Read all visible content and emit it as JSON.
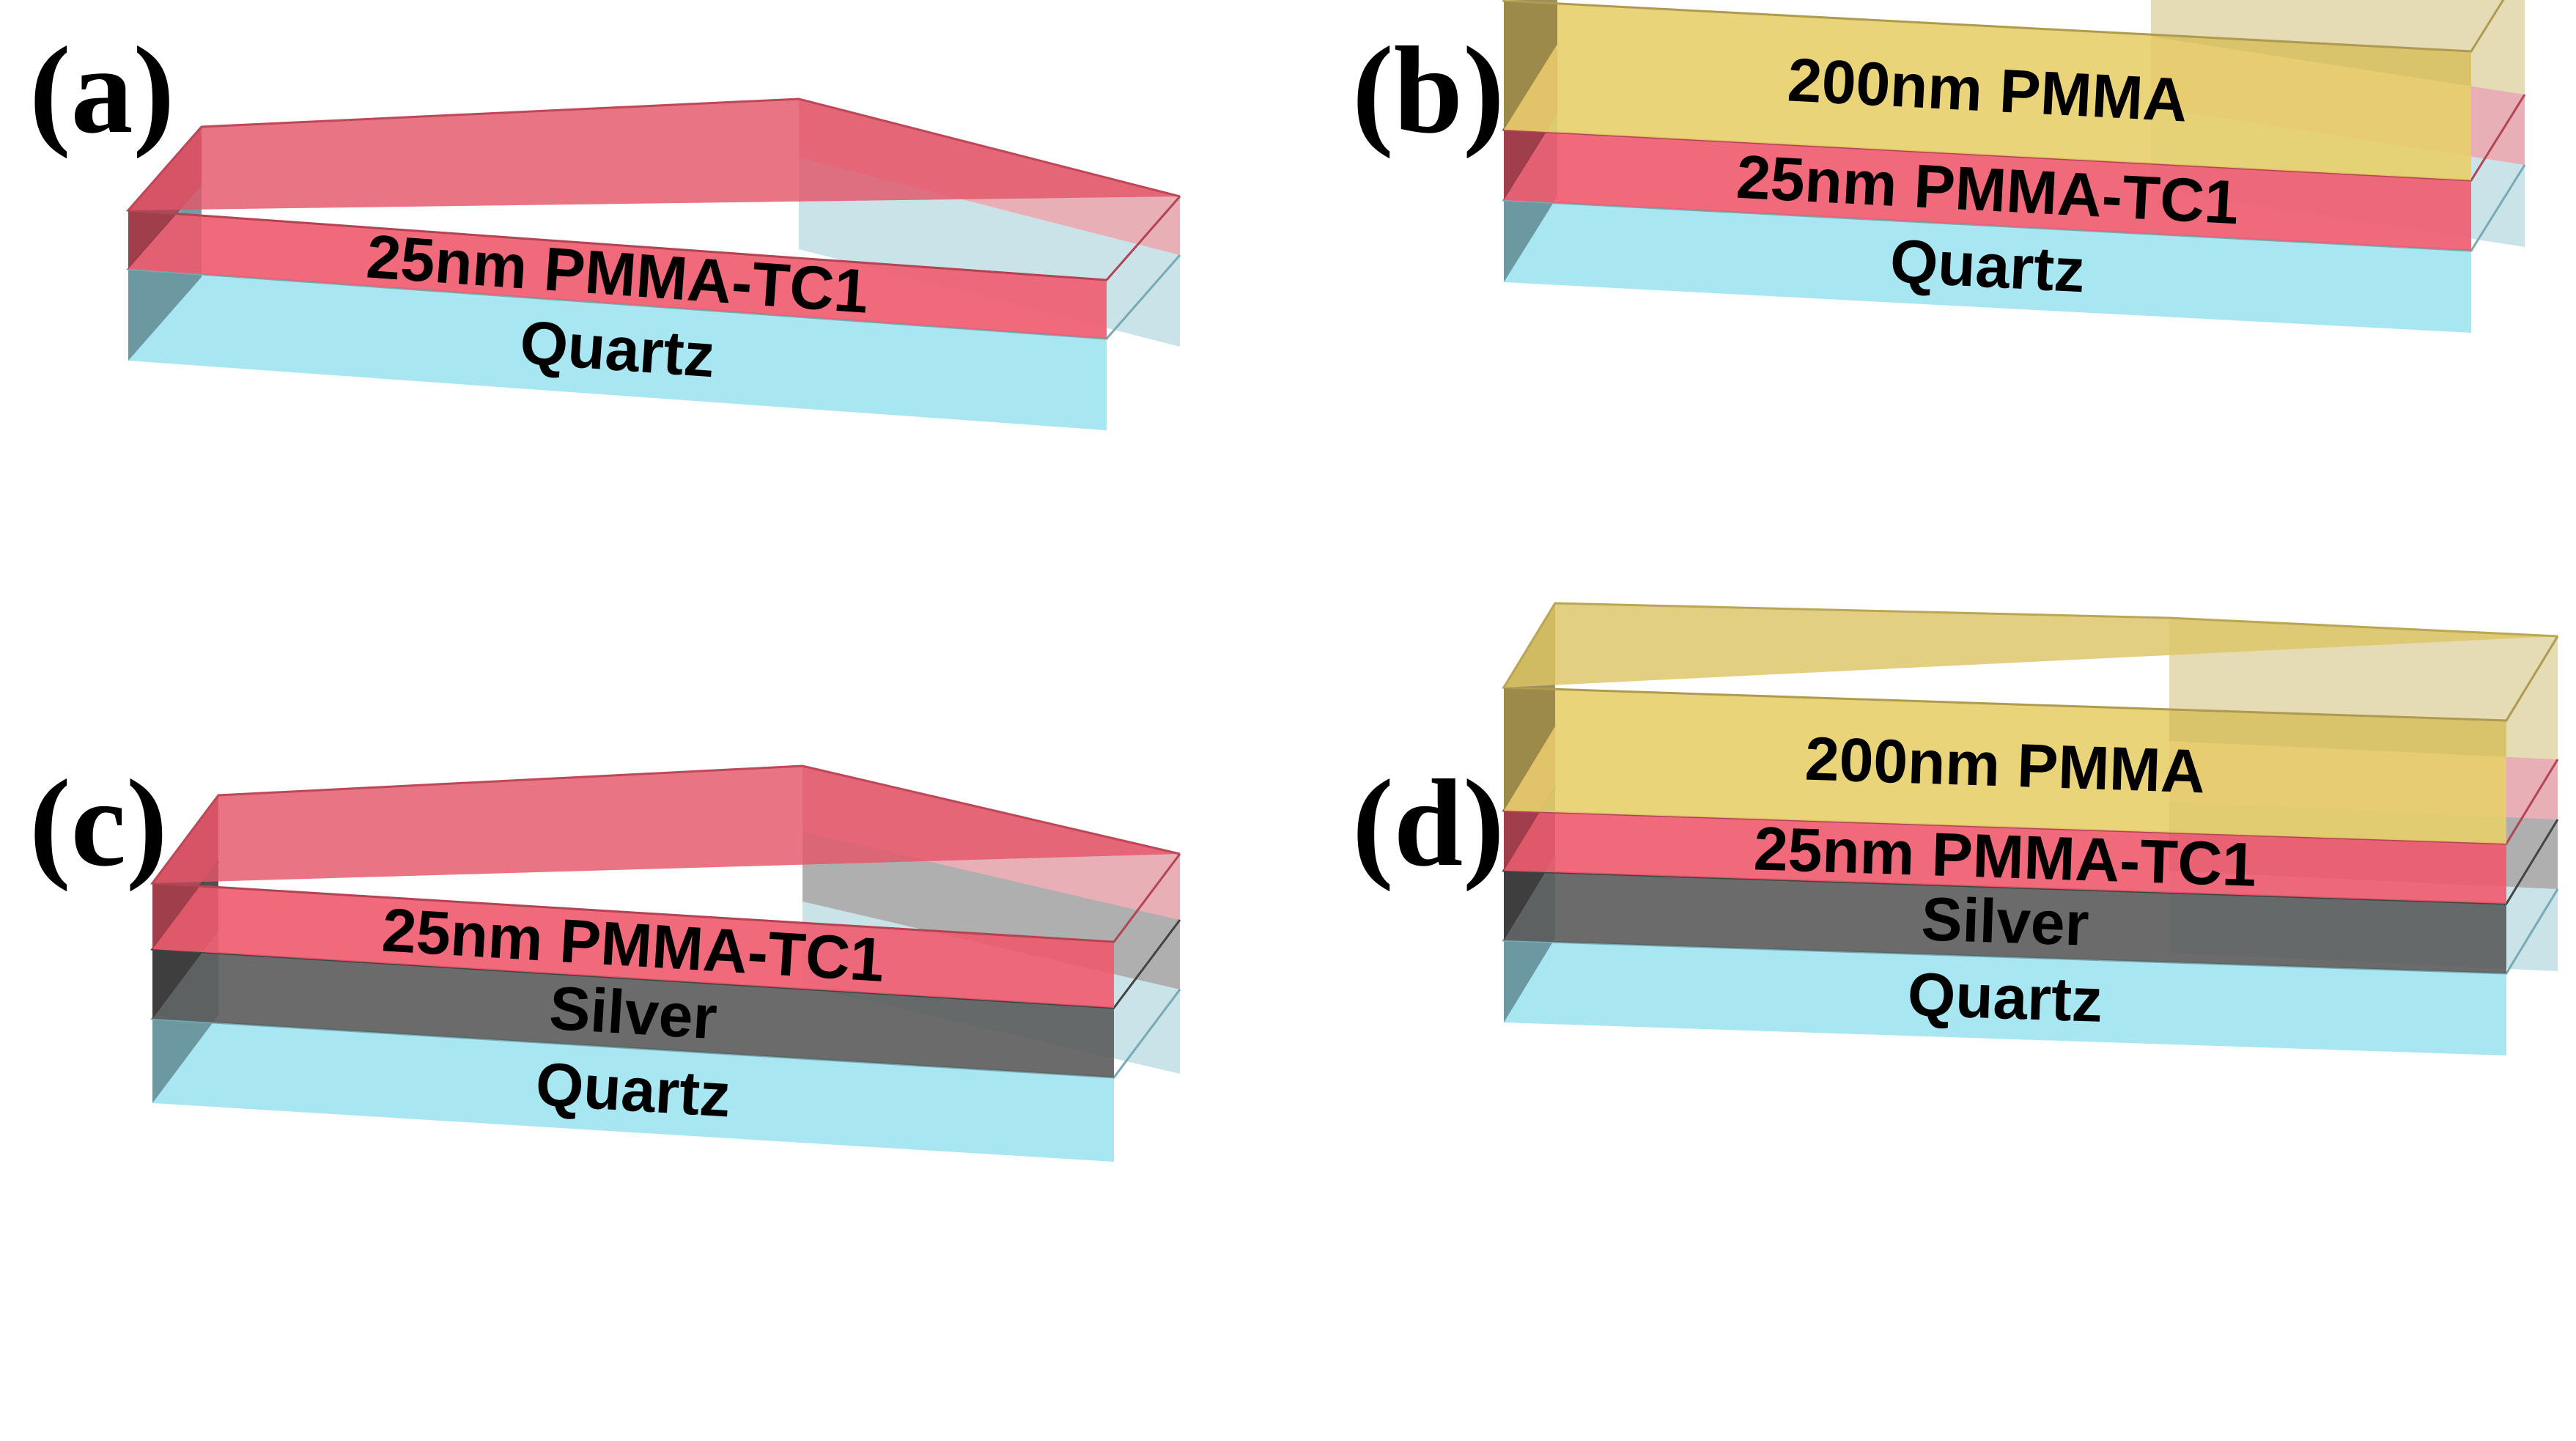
{
  "colors": {
    "quartz": "#9fe3f1",
    "pmma_tc1": "#ef5a6e",
    "silver": "#5b5b5b",
    "pmma": "#e8cf6a"
  },
  "panels": [
    {
      "id": "a",
      "label": "(a)",
      "layers": [
        {
          "name": "Quartz",
          "material": "quartz"
        },
        {
          "name": "25nm PMMA-TC1",
          "material": "pmma_tc1"
        }
      ]
    },
    {
      "id": "b",
      "label": "(b)",
      "layers": [
        {
          "name": "Quartz",
          "material": "quartz"
        },
        {
          "name": "25nm PMMA-TC1",
          "material": "pmma_tc1"
        },
        {
          "name": "200nm PMMA",
          "material": "pmma"
        }
      ]
    },
    {
      "id": "c",
      "label": "(c)",
      "layers": [
        {
          "name": "Quartz",
          "material": "quartz"
        },
        {
          "name": "Silver",
          "material": "silver"
        },
        {
          "name": "25nm PMMA-TC1",
          "material": "pmma_tc1"
        }
      ]
    },
    {
      "id": "d",
      "label": "(d)",
      "layers": [
        {
          "name": "Quartz",
          "material": "quartz"
        },
        {
          "name": "Silver",
          "material": "silver"
        },
        {
          "name": "25nm PMMA-TC1",
          "material": "pmma_tc1"
        },
        {
          "name": "200nm PMMA",
          "material": "pmma"
        }
      ]
    }
  ]
}
